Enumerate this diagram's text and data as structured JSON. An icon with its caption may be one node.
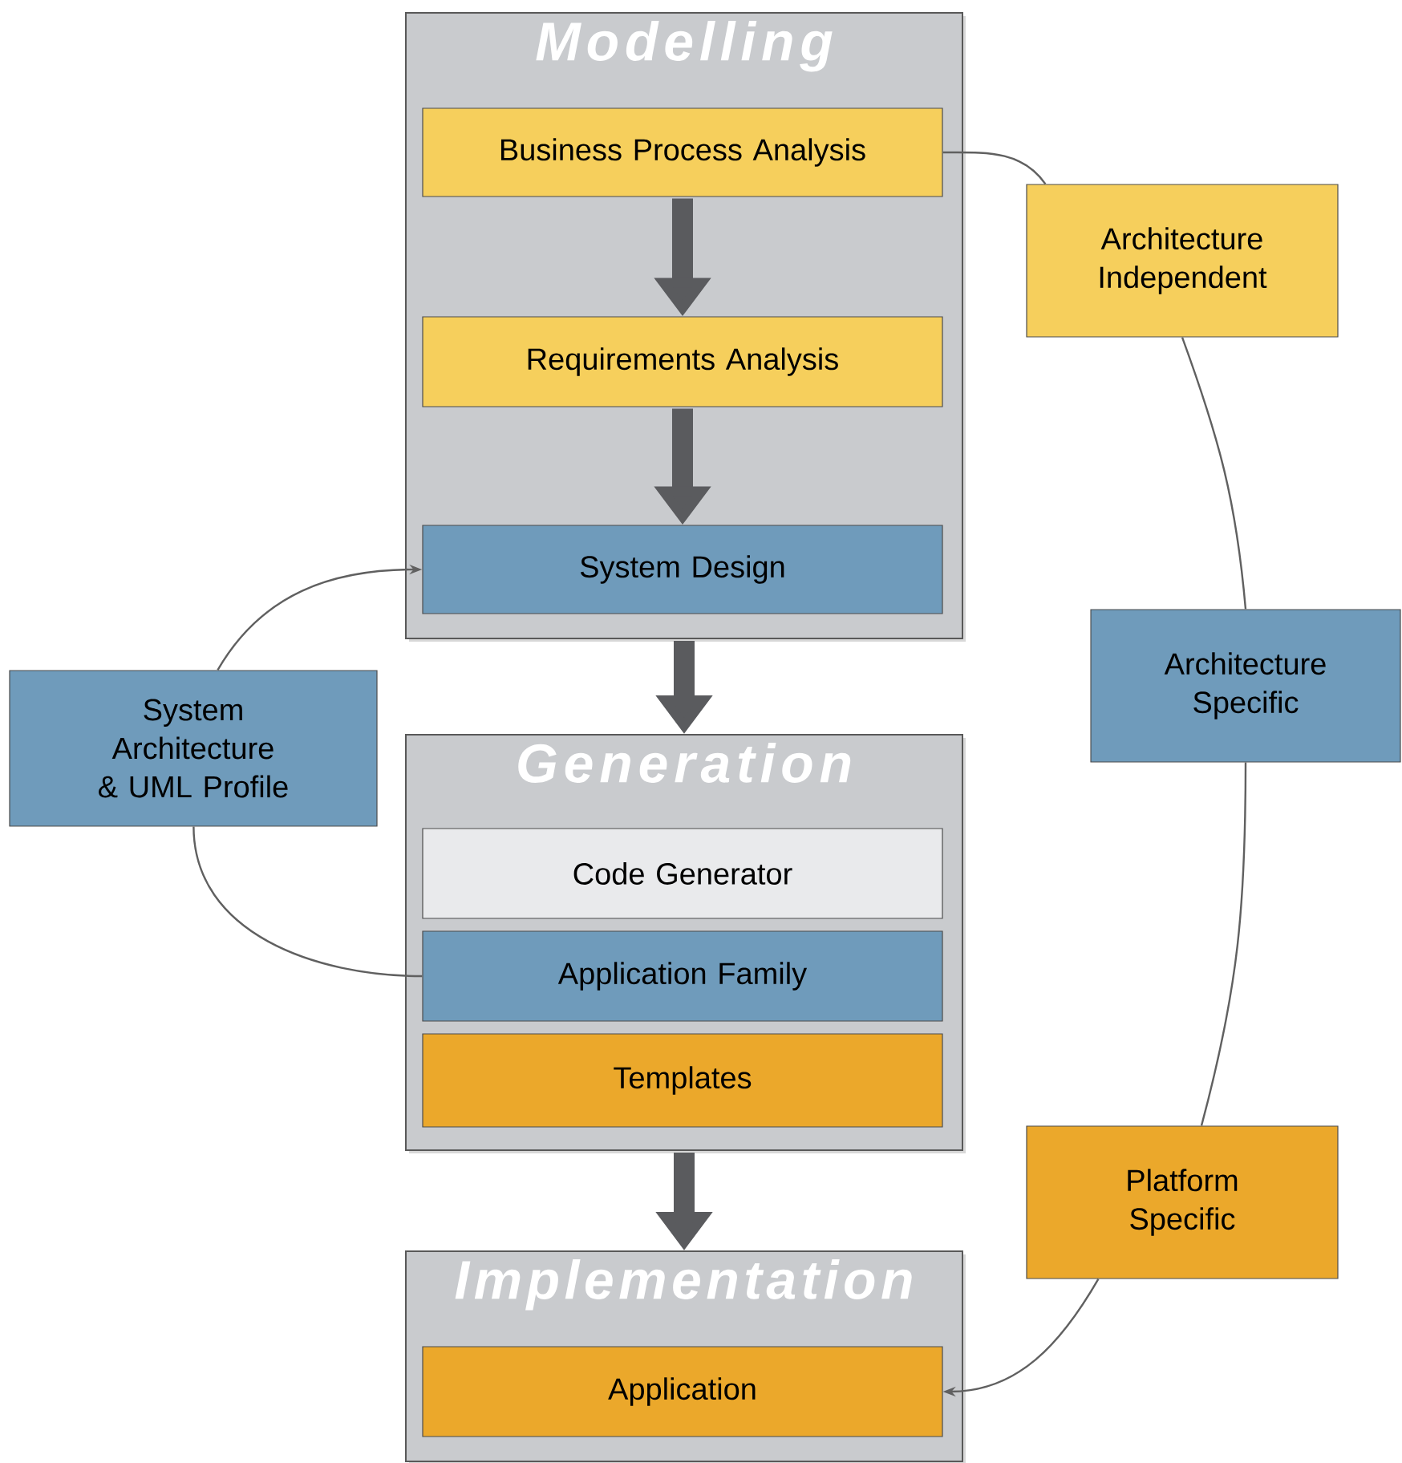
{
  "diagram": {
    "nodes": [
      {
        "text": [
          "Modelling"
        ]
      },
      {
        "text": [
          "Business Process Analysis"
        ],
        "in": 0
      },
      {
        "text": [
          "Requirements Analysis"
        ],
        "in": 0
      },
      {
        "text": [
          "System Design"
        ],
        "in": 0
      },
      {
        "text": [
          "Generation"
        ]
      },
      {
        "text": [
          "Code Generator"
        ],
        "in": 4
      },
      {
        "text": [
          "Application Family"
        ],
        "in": 4
      },
      {
        "text": [
          "Templates"
        ],
        "in": 4
      },
      {
        "text": [
          "Implementation"
        ]
      },
      {
        "text": [
          "Application"
        ],
        "in": 8
      },
      {
        "text": [
          "Architecture Independent"
        ]
      },
      {
        "text": [
          "Architecture Specific"
        ]
      },
      {
        "text": [
          "Platform Specific"
        ]
      },
      {
        "text": [
          "System Architecture & UML Profile"
        ]
      }
    ],
    "edges": [
      {
        "from": 1,
        "to": 2,
        "arrow": "to",
        "style": "thick",
        "color": "#5a5b5e"
      },
      {
        "from": 2,
        "to": 3,
        "arrow": "to",
        "style": "thick",
        "color": "#5a5b5e"
      },
      {
        "from": 0,
        "to": 4,
        "arrow": "to",
        "style": "thick",
        "color": "#5a5b5e"
      },
      {
        "from": 4,
        "to": 8,
        "arrow": "to",
        "style": "thick",
        "color": "#5a5b5e"
      },
      {
        "from": 1,
        "to": 10,
        "arrow": "none"
      },
      {
        "from": 10,
        "to": 11,
        "arrow": "none"
      },
      {
        "from": 11,
        "to": 12,
        "arrow": "none"
      },
      {
        "from": 12,
        "to": 9,
        "arrow": "to"
      },
      {
        "from": 13,
        "to": 3,
        "arrow": "to"
      },
      {
        "from": 6,
        "to": 13,
        "arrow": "none"
      }
    ]
  }
}
